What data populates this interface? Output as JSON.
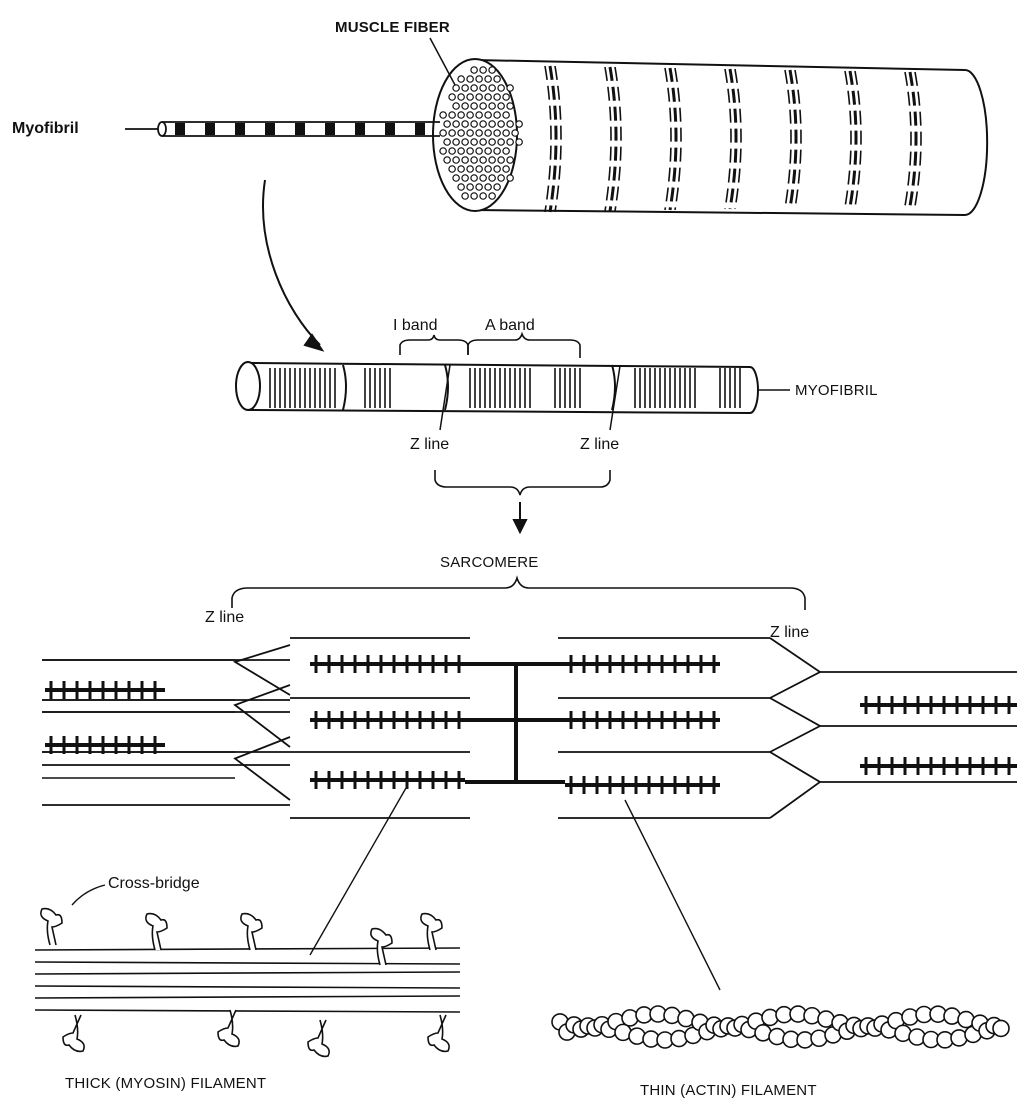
{
  "labels": {
    "muscle_fiber": "MUSCLE FIBER",
    "myofibril_left": "Myofibril",
    "i_band": "I band",
    "a_band": "A band",
    "myofibril_right": "MYOFIBRIL",
    "z_line_1": "Z line",
    "z_line_2": "Z line",
    "sarcomere": "SARCOMERE",
    "z_line_3": "Z line",
    "z_line_4": "Z line",
    "cross_bridge": "Cross-bridge",
    "thick_filament": "THICK (MYOSIN) FILAMENT",
    "thin_filament": "THIN (ACTIN) FILAMENT"
  },
  "colors": {
    "ink": "#111111",
    "paper": "#ffffff"
  }
}
